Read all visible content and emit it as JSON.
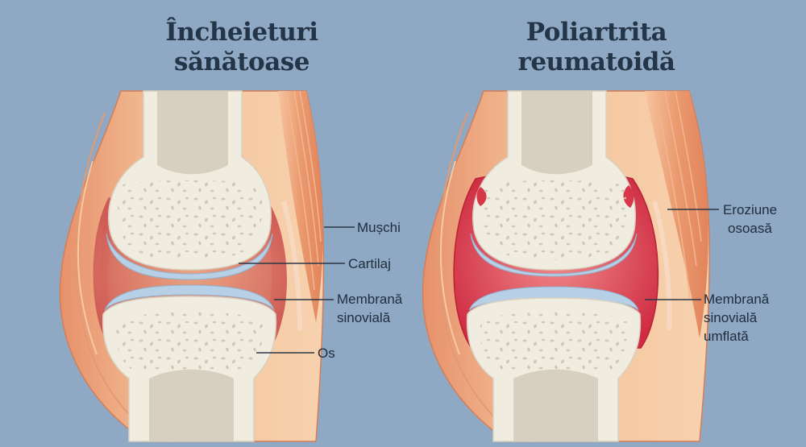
{
  "panels": [
    {
      "title_line1": "Încheieturi",
      "title_line2": "sănătoase",
      "labels": {
        "muscle": "Mușchi",
        "cartilage": "Cartilaj",
        "synovial_line1": "Membrană",
        "synovial_line2": "sinovială",
        "bone": "Os"
      }
    },
    {
      "title_line1": "Poliartrita",
      "title_line2": "reumatoidă",
      "labels": {
        "erosion_line1": "Eroziune",
        "erosion_line2": "osoasă",
        "synovial_line1": "Membrană",
        "synovial_line2": "sinovială",
        "synovial_line3": "umflată"
      }
    }
  ],
  "colors": {
    "background": "#8fa8c4",
    "muscle": "#e9946a",
    "skin": "#f2b989",
    "bone": "#f1ece0",
    "marrow": "#d7d0c1",
    "cartilage": "#b8d0e6",
    "synovial_healthy": "#d9655e",
    "synovial_inflamed": "#d8374a"
  }
}
